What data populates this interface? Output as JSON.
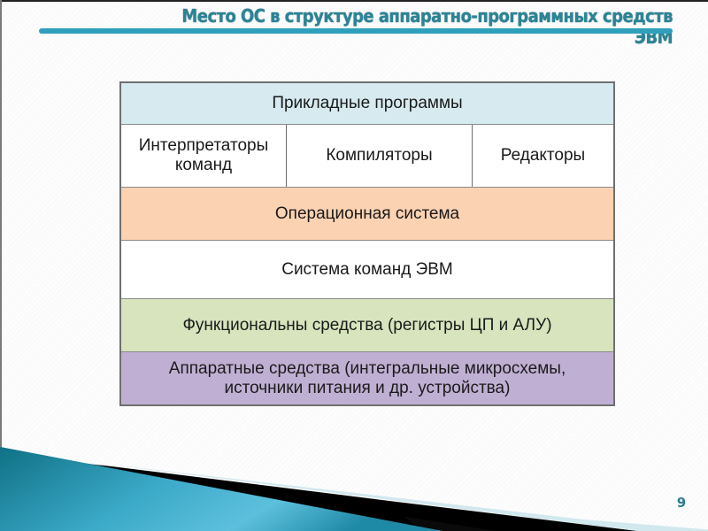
{
  "slide": {
    "title": "Место ОС в структуре аппаратно-программных средств ЭВМ",
    "page_number": "9",
    "accent_color": "#2fa0bc",
    "title_color": "#2a8496"
  },
  "diagram": {
    "layers": [
      {
        "label": "Прикладные программы",
        "color": "#d6eaf0"
      },
      {
        "cells": [
          {
            "label": "Интерпретаторы команд"
          },
          {
            "label": "Компиляторы"
          },
          {
            "label": "Редакторы"
          }
        ],
        "color": "#ffffff"
      },
      {
        "label": "Операционная система",
        "color": "#fbd2b2"
      },
      {
        "label": "Система команд ЭВМ",
        "color": "#ffffff"
      },
      {
        "label": "Функциональны средства (регистры ЦП и АЛУ)",
        "color": "#d7e4bd"
      },
      {
        "label": "Аппаратные средства (интегральные микросхемы, источники питания и др. устройства)",
        "color": "#bfb0d3"
      }
    ]
  }
}
